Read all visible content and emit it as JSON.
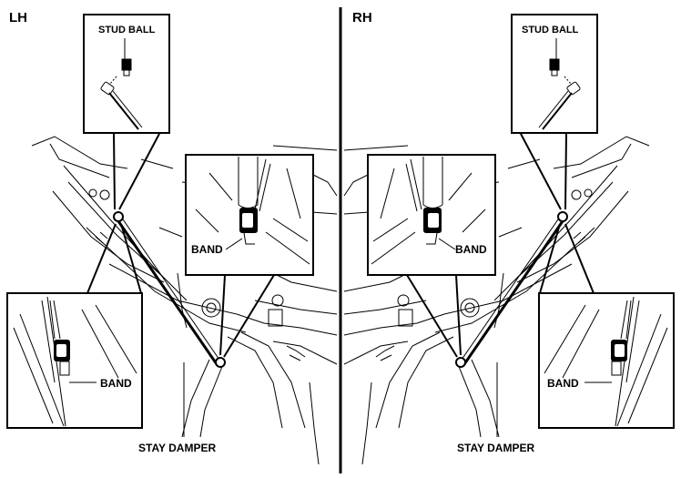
{
  "left_panel": {
    "side_label": "LH",
    "stud_ball_label": "STUD BALL",
    "band_upper_label": "BAND",
    "band_lower_label": "BAND",
    "stay_damper_label": "STAY DAMPER"
  },
  "right_panel": {
    "side_label": "RH",
    "stud_ball_label": "STUD BALL",
    "band_upper_label": "BAND",
    "band_lower_label": "BAND",
    "stay_damper_label": "STAY DAMPER"
  }
}
